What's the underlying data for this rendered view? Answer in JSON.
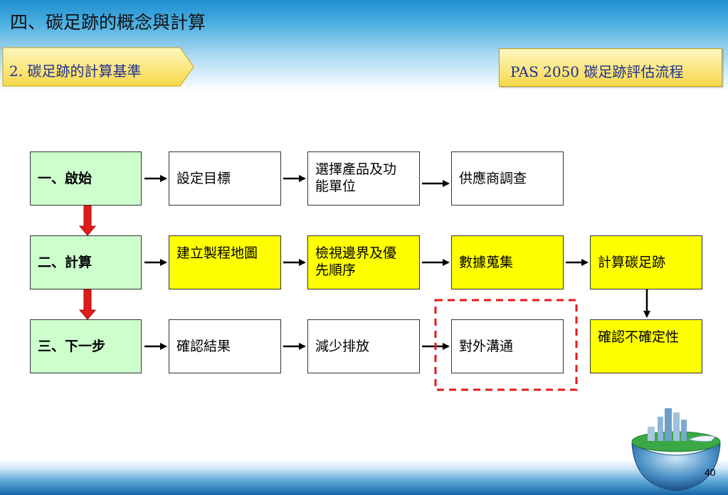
{
  "header": {
    "title": "四、碳足跡的概念與計算",
    "section_label": "2. 碳足跡的計算基準",
    "topic_label": "PAS 2050 碳足跡評估流程"
  },
  "flow": {
    "stage1": {
      "label": "一、啟始",
      "steps": [
        "設定目標",
        "選擇產品及功能單位",
        "供應商調查"
      ]
    },
    "stage2": {
      "label": "二、計算",
      "steps": [
        "建立製程地圖",
        "檢視邊界及優先順序",
        "數據蒐集",
        "計算碳足跡"
      ]
    },
    "stage3": {
      "label": "三、下一步",
      "steps": [
        "確認結果",
        "減少排放",
        "對外溝通",
        "確認不確定性"
      ]
    }
  },
  "colors": {
    "stage": "#ccffcc",
    "step_plain": "#ffffff",
    "step_highlight": "#ffff00",
    "transition_arrow": "#e31a1a",
    "dashed_outline": "#e31a1a"
  },
  "footer": {
    "page_number": "40"
  }
}
